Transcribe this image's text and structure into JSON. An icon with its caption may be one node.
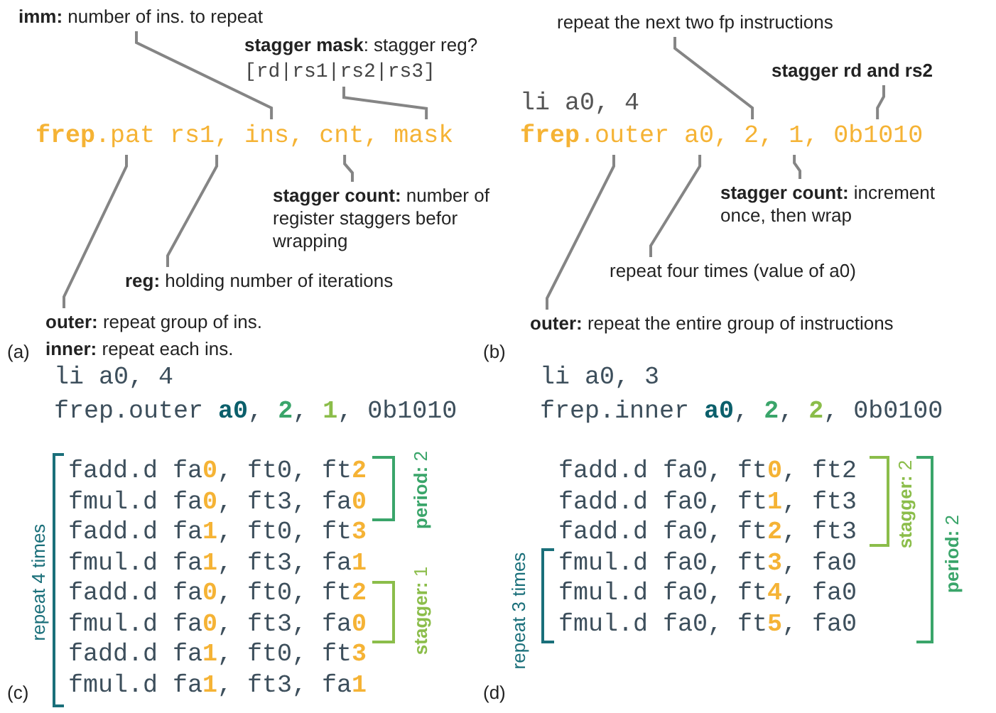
{
  "diagram": {
    "nodes": [
      {
        "text": [
          "**imm:** number of ins. to repeat"
        ]
      },
      {
        "text": [
          "**stagger mask**: stagger reg?",
          "[rd|rs1|rs2|rs3]"
        ]
      },
      {
        "text": [
          "**frep**.pat"
        ]
      },
      {
        "text": [
          "rs1,"
        ]
      },
      {
        "text": [
          "ins,"
        ]
      },
      {
        "text": [
          "cnt,"
        ]
      },
      {
        "text": [
          "mask"
        ]
      },
      {
        "text": [
          "**stagger count:** number of register staggers befor wrapping"
        ]
      },
      {
        "text": [
          "**reg:** holding number of iterations"
        ]
      },
      {
        "text": [
          "**outer:** repeat group of ins.",
          "**inner:** repeat each ins."
        ]
      },
      {
        "text": [
          "repeat the next two fp instructions"
        ]
      },
      {
        "text": [
          "stagger rd and rs2"
        ]
      },
      {
        "text": [
          "**frep**.outer"
        ]
      },
      {
        "text": [
          "a0,"
        ]
      },
      {
        "text": [
          "2,"
        ]
      },
      {
        "text": [
          "1,"
        ]
      },
      {
        "text": [
          "0b1010"
        ]
      },
      {
        "text": [
          "**stagger count:** increment once, then wrap"
        ]
      },
      {
        "text": [
          "repeat four times (value of a0)"
        ]
      },
      {
        "text": [
          "**outer:** repeat the entire group of instructions"
        ]
      }
    ],
    "edges": [
      {
        "from": 0,
        "to": 4,
        "arrow": "none"
      },
      {
        "from": 1,
        "to": 6,
        "arrow": "none"
      },
      {
        "from": 7,
        "to": 5,
        "arrow": "none"
      },
      {
        "from": 8,
        "to": 3,
        "arrow": "none"
      },
      {
        "from": 9,
        "to": 2,
        "arrow": "none"
      },
      {
        "from": 10,
        "to": 14,
        "arrow": "none"
      },
      {
        "from": 11,
        "to": 16,
        "arrow": "none"
      },
      {
        "from": 17,
        "to": 15,
        "arrow": "none"
      },
      {
        "from": 18,
        "to": 13,
        "arrow": "none"
      },
      {
        "from": 19,
        "to": 12,
        "arrow": "none"
      }
    ],
    "labels": [
      "(a)",
      "li a0, 4",
      "(b)",
      "li a0, 4",
      "frep.outer **a0**, **2**, **1**, 0b1010",
      "fadd.d fa**0**, ft0, ft**2**",
      "fmul.d fa**0**, ft3, fa**0**",
      "fadd.d fa**1**, ft0, ft**3**",
      "fmul.d fa**1**, ft3, fa**1**",
      "fadd.d fa**0**, ft0, ft**2**",
      "fmul.d fa**0**, ft3, fa**0**",
      "fadd.d fa**1**, ft0, ft**3**",
      "fmul.d fa**1**, ft3, fa**1**",
      "repeat 4 times",
      "**period:** 2",
      "**stagger:** 1",
      "(c)",
      "li a0, 3",
      "frep.inner **a0**, **2**, **2**, 0b0100",
      "fadd.d fa0, ft**0**, ft2",
      "fadd.d fa0, ft**1**, ft3",
      "fadd.d fa0, ft**2**, ft3",
      "fmul.d fa0, ft**3**, fa0",
      "fmul.d fa0, ft**4**, fa0",
      "fmul.d fa0, ft**5**, fa0",
      "repeat 3 times",
      "**stagger:** 2",
      "**period:** 2",
      "(d)"
    ]
  }
}
